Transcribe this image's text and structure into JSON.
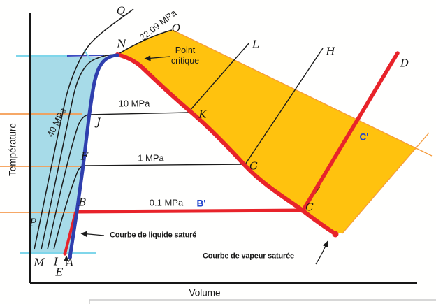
{
  "axes": {
    "y_label": "Température",
    "x_label": "Volume"
  },
  "isobar_labels": {
    "mpa_40": "40 MPa",
    "mpa_22_09": "22.09 MPa",
    "mpa_10": "10 MPa",
    "mpa_1": "1 MPa",
    "mpa_0_1": "0.1 MPa"
  },
  "state_points": {
    "Q": "Q",
    "O": "O",
    "N": "N",
    "L": "L",
    "H": "H",
    "D": "D",
    "K": "K",
    "J": "J",
    "F": "F",
    "G": "G",
    "B": "B",
    "C": "C",
    "P": "P",
    "M": "M",
    "I": "I",
    "A": "A",
    "E": "E",
    "B_prime": "B'",
    "C_prime": "C'"
  },
  "annotations": {
    "critical_point": "Point critique",
    "saturated_liquid_curve": "Courbe de liquide saturé",
    "saturated_vapor_curve": "Courbe de vapeur saturée"
  },
  "colors": {
    "compressed_liquid_region": "#A7DBE8",
    "superheated_vapor_region": "#FFC20E",
    "saturated_liquid_curve_blue": "#2F3FAE",
    "process_path_red": "#E8232A",
    "highlight_line_orange": "#F59B51",
    "temperature_mark_cyan": "#7FD6EA",
    "state_label_blue": "#2244CC"
  }
}
